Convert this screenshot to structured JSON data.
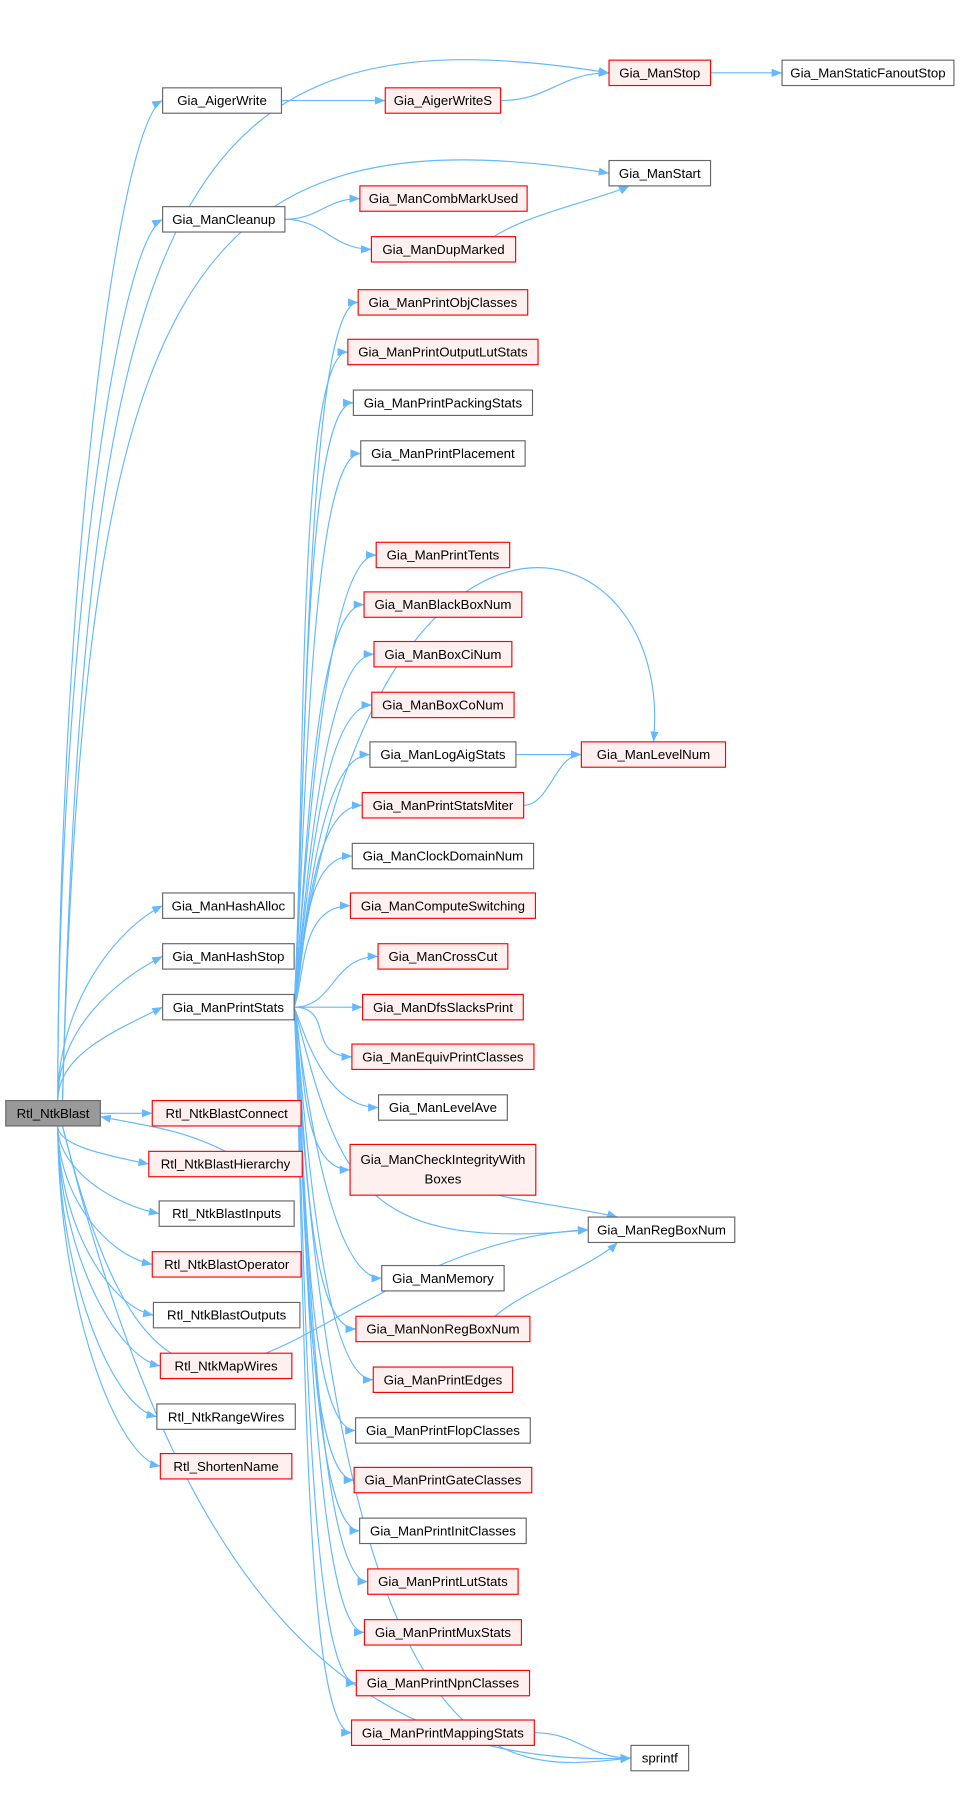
{
  "colors": {
    "edge": "#63B8FF",
    "red_border": "#FF0000",
    "red_fill": "#FFF0F0",
    "root_fill": "#999999",
    "plain_border": "#666666"
  },
  "nodes": [
    {
      "id": "Rtl_NtkBlast",
      "label": "Rtl_NtkBlast",
      "style": "root"
    },
    {
      "id": "Gia_AigerWrite",
      "label": "Gia_AigerWrite",
      "style": "plain"
    },
    {
      "id": "Gia_AigerWriteS",
      "label": "Gia_AigerWriteS",
      "style": "red"
    },
    {
      "id": "Gia_ManStop",
      "label": "Gia_ManStop",
      "style": "red"
    },
    {
      "id": "Gia_ManStaticFanoutStop",
      "label": "Gia_ManStaticFanoutStop",
      "style": "plain"
    },
    {
      "id": "Gia_ManStart",
      "label": "Gia_ManStart",
      "style": "plain"
    },
    {
      "id": "Gia_ManCleanup",
      "label": "Gia_ManCleanup",
      "style": "plain"
    },
    {
      "id": "Gia_ManCombMarkUsed",
      "label": "Gia_ManCombMarkUsed",
      "style": "red"
    },
    {
      "id": "Gia_ManDupMarked",
      "label": "Gia_ManDupMarked",
      "style": "red"
    },
    {
      "id": "Gia_ManPrintObjClasses",
      "label": "Gia_ManPrintObjClasses",
      "style": "red"
    },
    {
      "id": "Gia_ManPrintOutputLutStats",
      "label": "Gia_ManPrintOutputLutStats",
      "style": "red"
    },
    {
      "id": "Gia_ManPrintPackingStats",
      "label": "Gia_ManPrintPackingStats",
      "style": "plain"
    },
    {
      "id": "Gia_ManPrintPlacement",
      "label": "Gia_ManPrintPlacement",
      "style": "plain"
    },
    {
      "id": "Gia_ManPrintTents",
      "label": "Gia_ManPrintTents",
      "style": "red"
    },
    {
      "id": "Gia_ManBlackBoxNum",
      "label": "Gia_ManBlackBoxNum",
      "style": "red"
    },
    {
      "id": "Gia_ManBoxCiNum",
      "label": "Gia_ManBoxCiNum",
      "style": "red"
    },
    {
      "id": "Gia_ManBoxCoNum",
      "label": "Gia_ManBoxCoNum",
      "style": "red"
    },
    {
      "id": "Gia_ManLogAigStats",
      "label": "Gia_ManLogAigStats",
      "style": "plain"
    },
    {
      "id": "Gia_ManLevelNum",
      "label": "Gia_ManLevelNum",
      "style": "red"
    },
    {
      "id": "Gia_ManPrintStatsMiter",
      "label": "Gia_ManPrintStatsMiter",
      "style": "red"
    },
    {
      "id": "Gia_ManClockDomainNum",
      "label": "Gia_ManClockDomainNum",
      "style": "plain"
    },
    {
      "id": "Gia_ManComputeSwitching",
      "label": "Gia_ManComputeSwitching",
      "style": "red"
    },
    {
      "id": "Gia_ManCrossCut",
      "label": "Gia_ManCrossCut",
      "style": "red"
    },
    {
      "id": "Gia_ManDfsSlacksPrint",
      "label": "Gia_ManDfsSlacksPrint",
      "style": "red"
    },
    {
      "id": "Gia_ManEquivPrintClasses",
      "label": "Gia_ManEquivPrintClasses",
      "style": "red"
    },
    {
      "id": "Gia_ManLevelAve",
      "label": "Gia_ManLevelAve",
      "style": "plain"
    },
    {
      "id": "Gia_ManCheckIntegrityWithBoxes",
      "label": "Gia_ManCheckIntegrityWith",
      "label2": "Boxes",
      "style": "red"
    },
    {
      "id": "Gia_ManRegBoxNum",
      "label": "Gia_ManRegBoxNum",
      "style": "plain"
    },
    {
      "id": "Gia_ManMemory",
      "label": "Gia_ManMemory",
      "style": "plain"
    },
    {
      "id": "Gia_ManNonRegBoxNum",
      "label": "Gia_ManNonRegBoxNum",
      "style": "red"
    },
    {
      "id": "Gia_ManPrintEdges",
      "label": "Gia_ManPrintEdges",
      "style": "red"
    },
    {
      "id": "Gia_ManPrintFlopClasses",
      "label": "Gia_ManPrintFlopClasses",
      "style": "plain"
    },
    {
      "id": "Gia_ManPrintGateClasses",
      "label": "Gia_ManPrintGateClasses",
      "style": "red"
    },
    {
      "id": "Gia_ManPrintInitClasses",
      "label": "Gia_ManPrintInitClasses",
      "style": "plain"
    },
    {
      "id": "Gia_ManPrintLutStats",
      "label": "Gia_ManPrintLutStats",
      "style": "red"
    },
    {
      "id": "Gia_ManPrintMuxStats",
      "label": "Gia_ManPrintMuxStats",
      "style": "red"
    },
    {
      "id": "Gia_ManPrintNpnClasses",
      "label": "Gia_ManPrintNpnClasses",
      "style": "red"
    },
    {
      "id": "Gia_ManPrintMappingStats",
      "label": "Gia_ManPrintMappingStats",
      "style": "red"
    },
    {
      "id": "sprintf",
      "label": "sprintf",
      "style": "plain"
    },
    {
      "id": "Gia_ManHashAlloc",
      "label": "Gia_ManHashAlloc",
      "style": "plain"
    },
    {
      "id": "Gia_ManHashStop",
      "label": "Gia_ManHashStop",
      "style": "plain"
    },
    {
      "id": "Gia_ManPrintStats",
      "label": "Gia_ManPrintStats",
      "style": "plain"
    },
    {
      "id": "Rtl_NtkBlastConnect",
      "label": "Rtl_NtkBlastConnect",
      "style": "red"
    },
    {
      "id": "Rtl_NtkBlastHierarchy",
      "label": "Rtl_NtkBlastHierarchy",
      "style": "red"
    },
    {
      "id": "Rtl_NtkBlastInputs",
      "label": "Rtl_NtkBlastInputs",
      "style": "plain"
    },
    {
      "id": "Rtl_NtkBlastOperator",
      "label": "Rtl_NtkBlastOperator",
      "style": "red"
    },
    {
      "id": "Rtl_NtkBlastOutputs",
      "label": "Rtl_NtkBlastOutputs",
      "style": "plain"
    },
    {
      "id": "Rtl_NtkMapWires",
      "label": "Rtl_NtkMapWires",
      "style": "red"
    },
    {
      "id": "Rtl_NtkRangeWires",
      "label": "Rtl_NtkRangeWires",
      "style": "plain"
    },
    {
      "id": "Rtl_ShortenName",
      "label": "Rtl_ShortenName",
      "style": "red"
    }
  ],
  "edges": [
    [
      "Rtl_NtkBlast",
      "Gia_ManStop"
    ],
    [
      "Rtl_NtkBlast",
      "Gia_AigerWrite"
    ],
    [
      "Rtl_NtkBlast",
      "Gia_ManStart"
    ],
    [
      "Rtl_NtkBlast",
      "Gia_ManCleanup"
    ],
    [
      "Rtl_NtkBlast",
      "Gia_ManHashAlloc"
    ],
    [
      "Rtl_NtkBlast",
      "Gia_ManHashStop"
    ],
    [
      "Rtl_NtkBlast",
      "Gia_ManPrintStats"
    ],
    [
      "Rtl_NtkBlast",
      "Gia_ManRegBoxNum"
    ],
    [
      "Rtl_NtkBlast",
      "Rtl_NtkBlastConnect"
    ],
    [
      "Rtl_NtkBlast",
      "Rtl_NtkBlastHierarchy"
    ],
    [
      "Rtl_NtkBlast",
      "Rtl_NtkBlastInputs"
    ],
    [
      "Rtl_NtkBlast",
      "Rtl_NtkBlastOperator"
    ],
    [
      "Rtl_NtkBlast",
      "Rtl_NtkBlastOutputs"
    ],
    [
      "Rtl_NtkBlast",
      "Rtl_NtkMapWires"
    ],
    [
      "Rtl_NtkBlast",
      "Rtl_NtkRangeWires"
    ],
    [
      "Rtl_NtkBlast",
      "Rtl_ShortenName"
    ],
    [
      "Rtl_NtkBlast",
      "sprintf"
    ],
    [
      "Rtl_NtkBlastHierarchy",
      "Rtl_NtkBlast"
    ],
    [
      "Gia_AigerWrite",
      "Gia_AigerWriteS"
    ],
    [
      "Gia_AigerWriteS",
      "Gia_ManStop"
    ],
    [
      "Gia_ManStop",
      "Gia_ManStaticFanoutStop"
    ],
    [
      "Gia_ManCleanup",
      "Gia_ManCombMarkUsed"
    ],
    [
      "Gia_ManCleanup",
      "Gia_ManDupMarked"
    ],
    [
      "Gia_ManDupMarked",
      "Gia_ManStart"
    ],
    [
      "Gia_ManPrintStats",
      "Gia_ManPrintObjClasses"
    ],
    [
      "Gia_ManPrintStats",
      "Gia_ManPrintOutputLutStats"
    ],
    [
      "Gia_ManPrintStats",
      "Gia_ManPrintPackingStats"
    ],
    [
      "Gia_ManPrintStats",
      "Gia_ManPrintPlacement"
    ],
    [
      "Gia_ManPrintStats",
      "Gia_ManPrintTents"
    ],
    [
      "Gia_ManPrintStats",
      "Gia_ManBlackBoxNum"
    ],
    [
      "Gia_ManPrintStats",
      "Gia_ManBoxCiNum"
    ],
    [
      "Gia_ManPrintStats",
      "Gia_ManBoxCoNum"
    ],
    [
      "Gia_ManPrintStats",
      "Gia_ManLogAigStats"
    ],
    [
      "Gia_ManPrintStats",
      "Gia_ManLevelNum"
    ],
    [
      "Gia_ManPrintStats",
      "Gia_ManPrintStatsMiter"
    ],
    [
      "Gia_ManPrintStats",
      "Gia_ManClockDomainNum"
    ],
    [
      "Gia_ManPrintStats",
      "Gia_ManComputeSwitching"
    ],
    [
      "Gia_ManPrintStats",
      "Gia_ManCrossCut"
    ],
    [
      "Gia_ManPrintStats",
      "Gia_ManDfsSlacksPrint"
    ],
    [
      "Gia_ManPrintStats",
      "Gia_ManEquivPrintClasses"
    ],
    [
      "Gia_ManPrintStats",
      "Gia_ManLevelAve"
    ],
    [
      "Gia_ManPrintStats",
      "Gia_ManCheckIntegrityWithBoxes"
    ],
    [
      "Gia_ManPrintStats",
      "Gia_ManRegBoxNum"
    ],
    [
      "Gia_ManPrintStats",
      "Gia_ManMemory"
    ],
    [
      "Gia_ManPrintStats",
      "Gia_ManNonRegBoxNum"
    ],
    [
      "Gia_ManPrintStats",
      "Gia_ManPrintEdges"
    ],
    [
      "Gia_ManPrintStats",
      "Gia_ManPrintFlopClasses"
    ],
    [
      "Gia_ManPrintStats",
      "Gia_ManPrintGateClasses"
    ],
    [
      "Gia_ManPrintStats",
      "Gia_ManPrintInitClasses"
    ],
    [
      "Gia_ManPrintStats",
      "Gia_ManPrintLutStats"
    ],
    [
      "Gia_ManPrintStats",
      "Gia_ManPrintMuxStats"
    ],
    [
      "Gia_ManPrintStats",
      "Gia_ManPrintNpnClasses"
    ],
    [
      "Gia_ManPrintStats",
      "Gia_ManPrintMappingStats"
    ],
    [
      "Gia_ManPrintStats",
      "sprintf"
    ],
    [
      "Gia_ManLogAigStats",
      "Gia_ManLevelNum"
    ],
    [
      "Gia_ManPrintStatsMiter",
      "Gia_ManLevelNum"
    ],
    [
      "Gia_ManCheckIntegrityWithBoxes",
      "Gia_ManRegBoxNum"
    ],
    [
      "Gia_ManNonRegBoxNum",
      "Gia_ManRegBoxNum"
    ],
    [
      "Gia_ManPrintMappingStats",
      "sprintf"
    ]
  ]
}
